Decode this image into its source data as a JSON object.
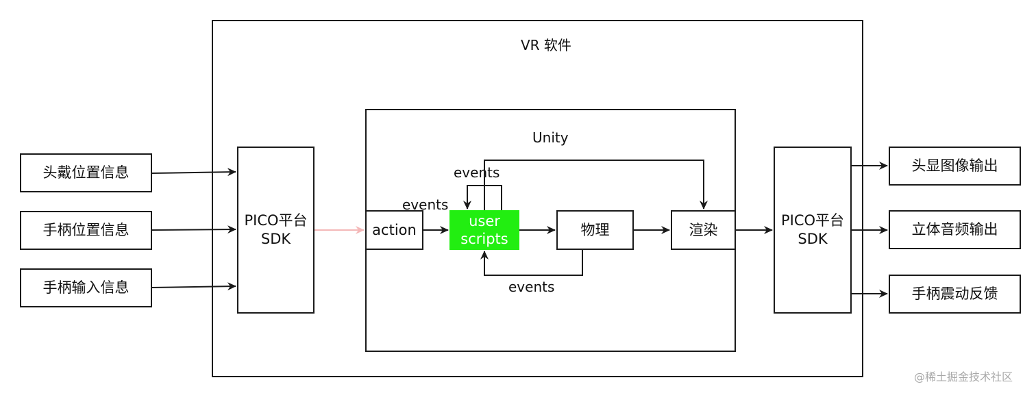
{
  "diagram": {
    "outer_title": "VR 软件",
    "inner_title": "Unity",
    "inputs": [
      "头戴位置信息",
      "手柄位置信息",
      "手柄输入信息"
    ],
    "sdk_left": "PICO平台\nSDK",
    "sdk_right": "PICO平台\nSDK",
    "nodes": {
      "action": "action",
      "user_scripts": "user\nscripts",
      "physics": "物理",
      "render": "渲染"
    },
    "outputs": [
      "头显图像输出",
      "立体音频输出",
      "手柄震动反馈"
    ],
    "edge_labels": {
      "events_action": "events",
      "events_loop": "events",
      "events_physics": "events"
    },
    "colors": {
      "user_scripts_fill": "#22ee11",
      "faded_arrow": "#f4b8b8",
      "line": "#1a1a1a"
    }
  },
  "watermark": "@稀土掘金技术社区"
}
